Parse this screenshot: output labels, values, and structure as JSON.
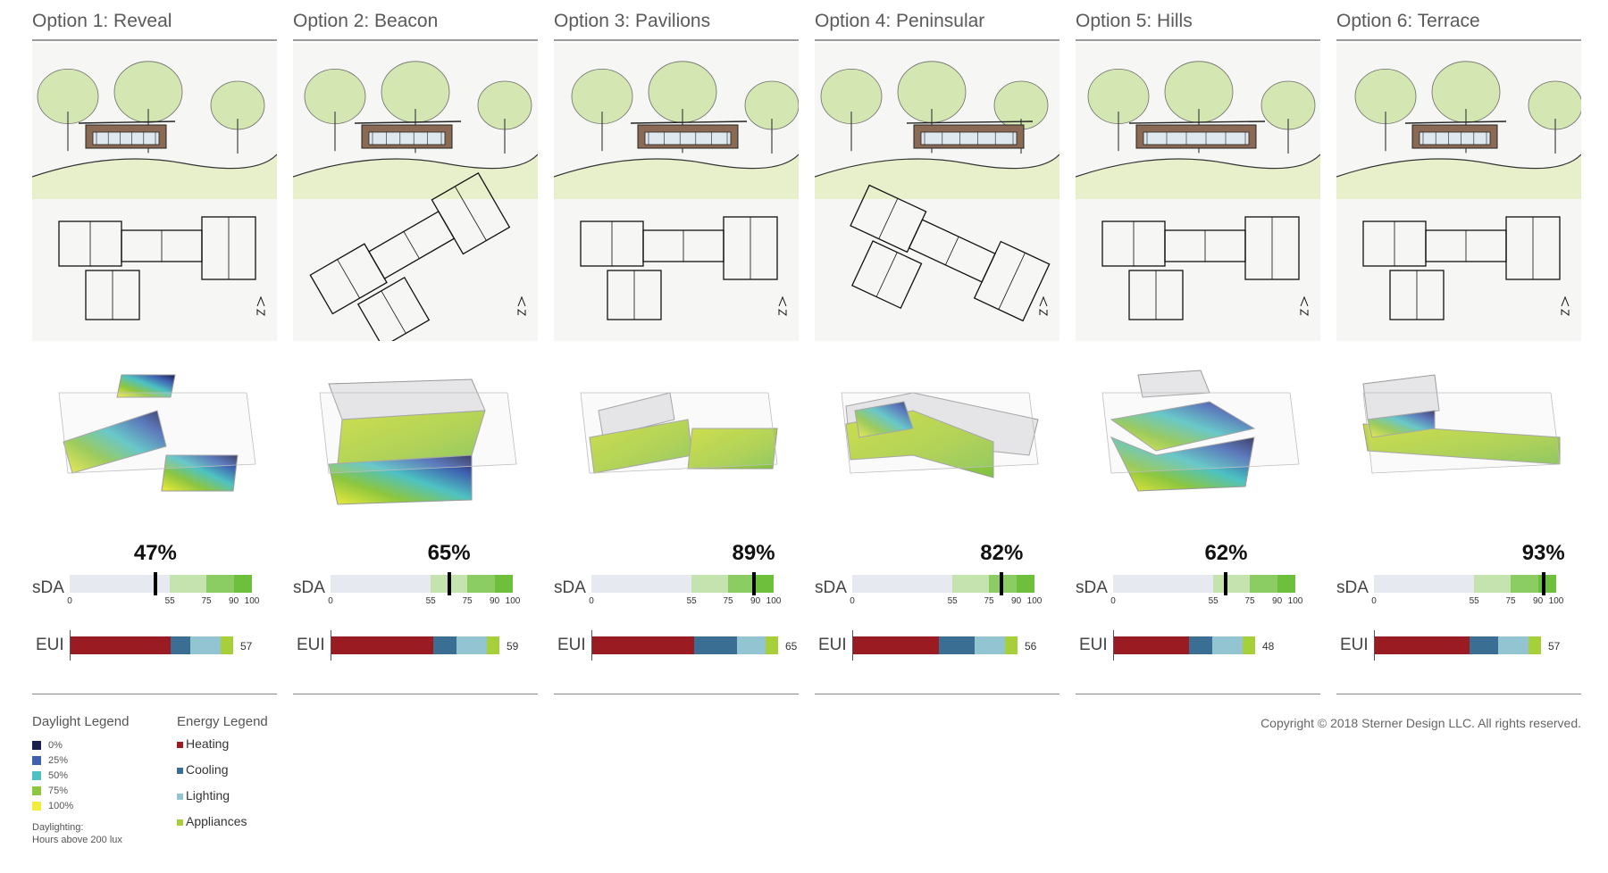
{
  "colors": {
    "sda_empty": "#e6e9ef",
    "sda_55": "#c5e3ae",
    "sda_75": "#8ccd63",
    "sda_90": "#6dbf3c",
    "heating": "#9b1b22",
    "cooling": "#3a6f93",
    "lighting": "#93c4d1",
    "appliances": "#a6cf3a",
    "daylight_0": "#1a1f4b",
    "daylight_25": "#3f5fb0",
    "daylight_50": "#4ec2c2",
    "daylight_75": "#8dc63f",
    "daylight_100": "#f2ec3a"
  },
  "labels": {
    "sda": "sDA",
    "eui": "EUI"
  },
  "options": [
    {
      "title": "Option 1: Reveal",
      "sda_pct_label": "47%",
      "sda_value": 47,
      "eui_value": 57,
      "eui_label": "57",
      "eui_parts": {
        "heating": 28,
        "cooling": 5.5,
        "lighting": 8.5,
        "appliances": 3.5
      },
      "sketch": "sketch-reveal",
      "model": "model-reveal"
    },
    {
      "title": "Option 2: Beacon",
      "sda_pct_label": "65%",
      "sda_value": 65,
      "eui_value": 59,
      "eui_label": "59",
      "eui_parts": {
        "heating": 28.5,
        "cooling": 6.5,
        "lighting": 8.5,
        "appliances": 3.5
      },
      "sketch": "sketch-beacon",
      "model": "model-beacon"
    },
    {
      "title": "Option 3: Pavilions",
      "sda_pct_label": "89%",
      "sda_value": 89,
      "eui_value": 65,
      "eui_label": "65",
      "eui_parts": {
        "heating": 28.5,
        "cooling": 12,
        "lighting": 8,
        "appliances": 3.5
      },
      "sketch": "sketch-pavilions",
      "model": "model-pavilions"
    },
    {
      "title": "Option 4: Peninsular",
      "sda_pct_label": "82%",
      "sda_value": 82,
      "eui_value": 56,
      "eui_label": "56",
      "eui_parts": {
        "heating": 24,
        "cooling": 10,
        "lighting": 8.5,
        "appliances": 3.5
      },
      "sketch": "sketch-peninsular",
      "model": "model-peninsular"
    },
    {
      "title": "Option 5: Hills",
      "sda_pct_label": "62%",
      "sda_value": 62,
      "eui_value": 48,
      "eui_label": "48",
      "eui_parts": {
        "heating": 21,
        "cooling": 6.5,
        "lighting": 8.5,
        "appliances": 3.5
      },
      "sketch": "sketch-hills",
      "model": "model-hills"
    },
    {
      "title": "Option 6: Terrace",
      "sda_pct_label": "93%",
      "sda_value": 93,
      "eui_value": 57,
      "eui_label": "57",
      "eui_parts": {
        "heating": 26.5,
        "cooling": 8,
        "lighting": 8.5,
        "appliances": 3.5
      },
      "sketch": "sketch-terrace",
      "model": "model-terrace"
    }
  ],
  "sda_ticks": [
    "0",
    "55",
    "75",
    "90",
    "100"
  ],
  "daylight_legend": {
    "title": "Daylight Legend",
    "items": [
      {
        "label": "0%",
        "color_key": "daylight_0"
      },
      {
        "label": "25%",
        "color_key": "daylight_25"
      },
      {
        "label": "50%",
        "color_key": "daylight_50"
      },
      {
        "label": "75%",
        "color_key": "daylight_75"
      },
      {
        "label": "100%",
        "color_key": "daylight_100"
      }
    ],
    "note_line1": "Daylighting:",
    "note_line2": "Hours above 200 lux"
  },
  "energy_legend": {
    "title": "Energy Legend",
    "items": [
      {
        "label": "Heating",
        "color_key": "heating"
      },
      {
        "label": "Cooling",
        "color_key": "cooling"
      },
      {
        "label": "Lighting",
        "color_key": "lighting"
      },
      {
        "label": "Appliances",
        "color_key": "appliances"
      }
    ]
  },
  "copyright": "Copyright © 2018 Sterner Design LLC. All rights reserved."
}
